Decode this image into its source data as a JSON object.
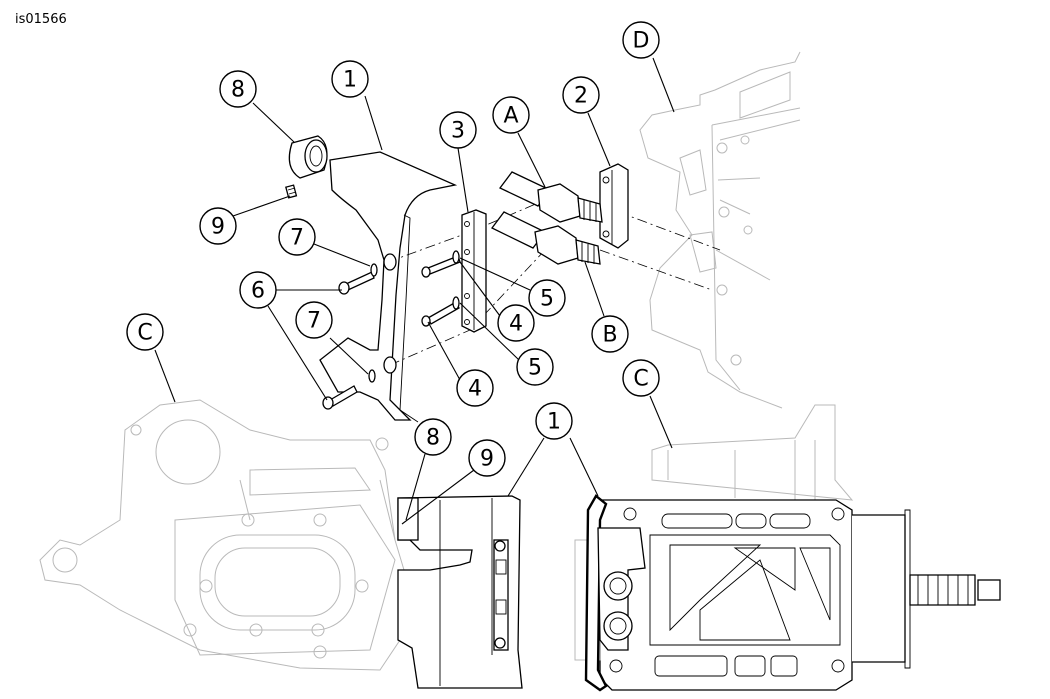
{
  "figure_id": "is01566",
  "callouts": {
    "c1_top": "1",
    "c1_bottom": "1",
    "c2": "2",
    "c3": "3",
    "c4_upper": "4",
    "c4_lower": "4",
    "c5_upper": "5",
    "c5_lower": "5",
    "c6": "6",
    "c7_upper": "7",
    "c7_lower": "7",
    "c8_top": "8",
    "c8_bottom": "8",
    "c9_top": "9",
    "c9_bottom": "9",
    "cA": "A",
    "cB": "B",
    "cC_left": "C",
    "cC_right": "C",
    "cD": "D"
  }
}
